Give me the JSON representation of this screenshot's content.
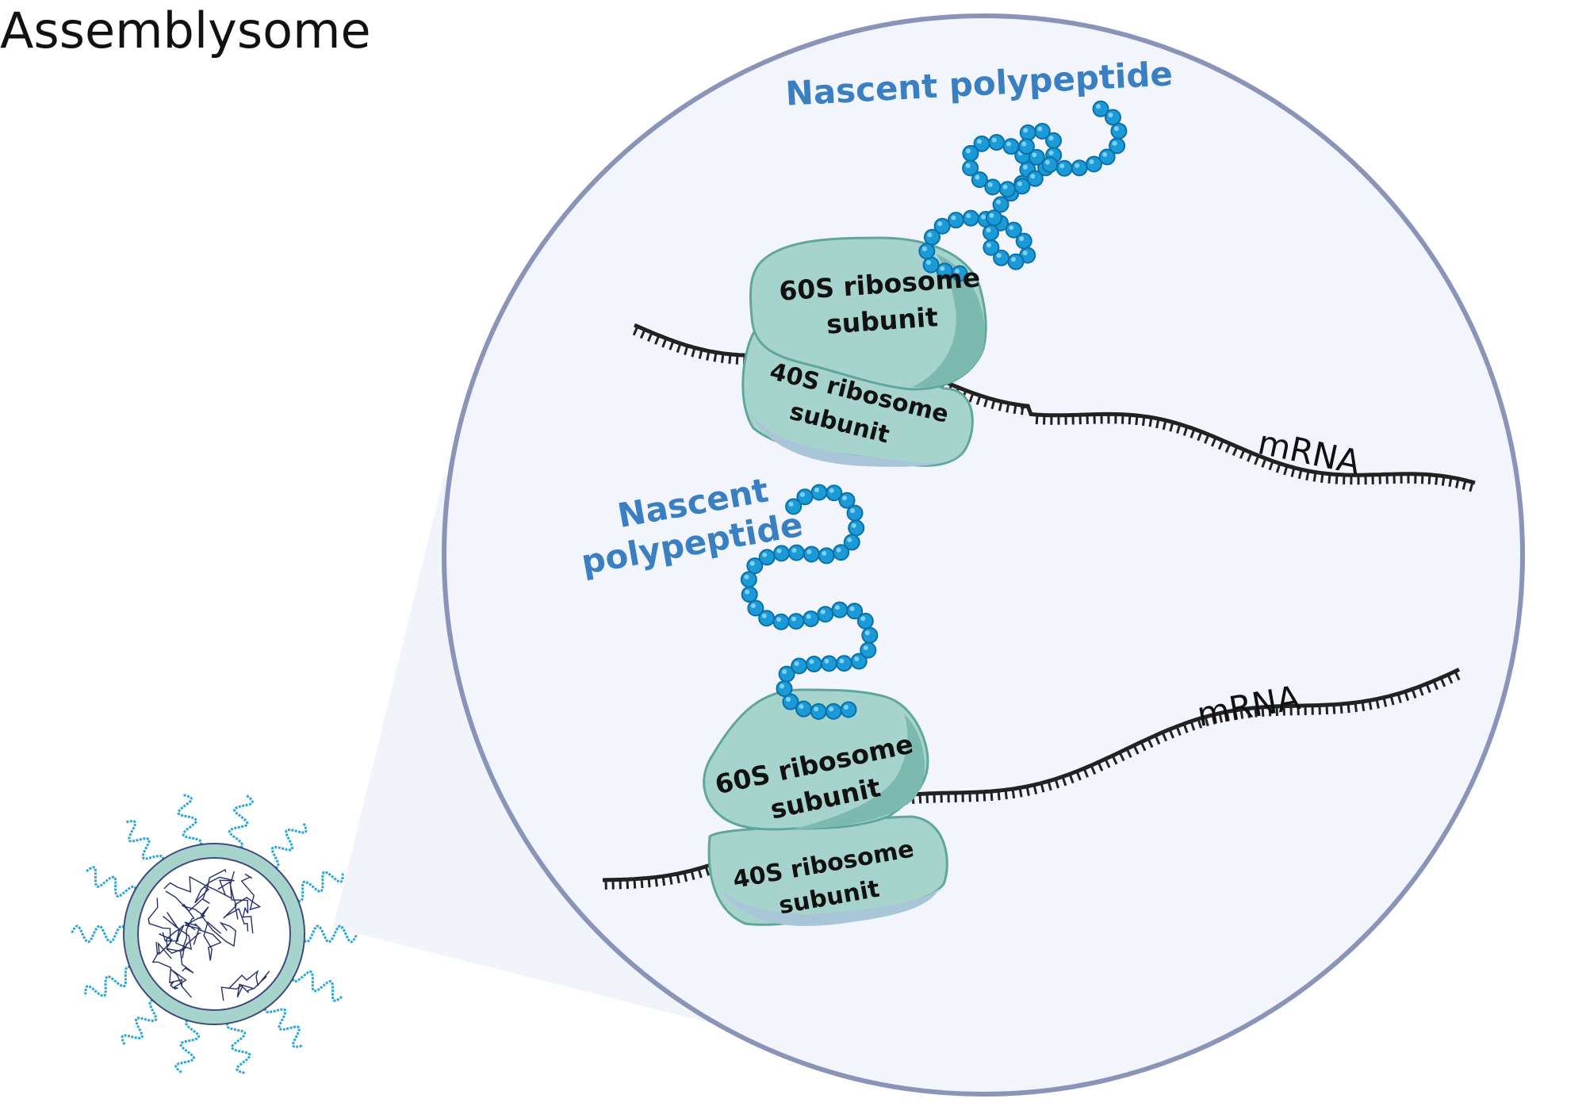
{
  "title": "Assemblysome",
  "colors": {
    "circle_stroke": "#8a94b8",
    "circle_fill": "#f2f5fb",
    "ribosome_fill": "#a7d3cd",
    "ribosome_shade": "#7cbab1",
    "ribosome_stroke": "#5fa79c",
    "subunit40_shade": "#a9c6d8",
    "bead": "#1a9ad6",
    "bead_stroke": "#0b6fa8",
    "peptide_text": "#3a7fc1",
    "mrna": "#222222"
  },
  "top_complex": {
    "large_subunit": {
      "line1": "60S ribosome",
      "line2": "subunit"
    },
    "small_subunit": {
      "line1": "40S ribosome",
      "line2": "subunit"
    },
    "peptide_label": "Nascent polypeptide",
    "mrna_label": "mRNA"
  },
  "bottom_complex": {
    "large_subunit": {
      "line1": "60S ribosome",
      "line2": "subunit"
    },
    "small_subunit": {
      "line1": "40S ribosome",
      "line2": "subunit"
    },
    "peptide_label_line1": "Nascent",
    "peptide_label_line2": "polypeptide",
    "mrna_label": "mRNA"
  }
}
